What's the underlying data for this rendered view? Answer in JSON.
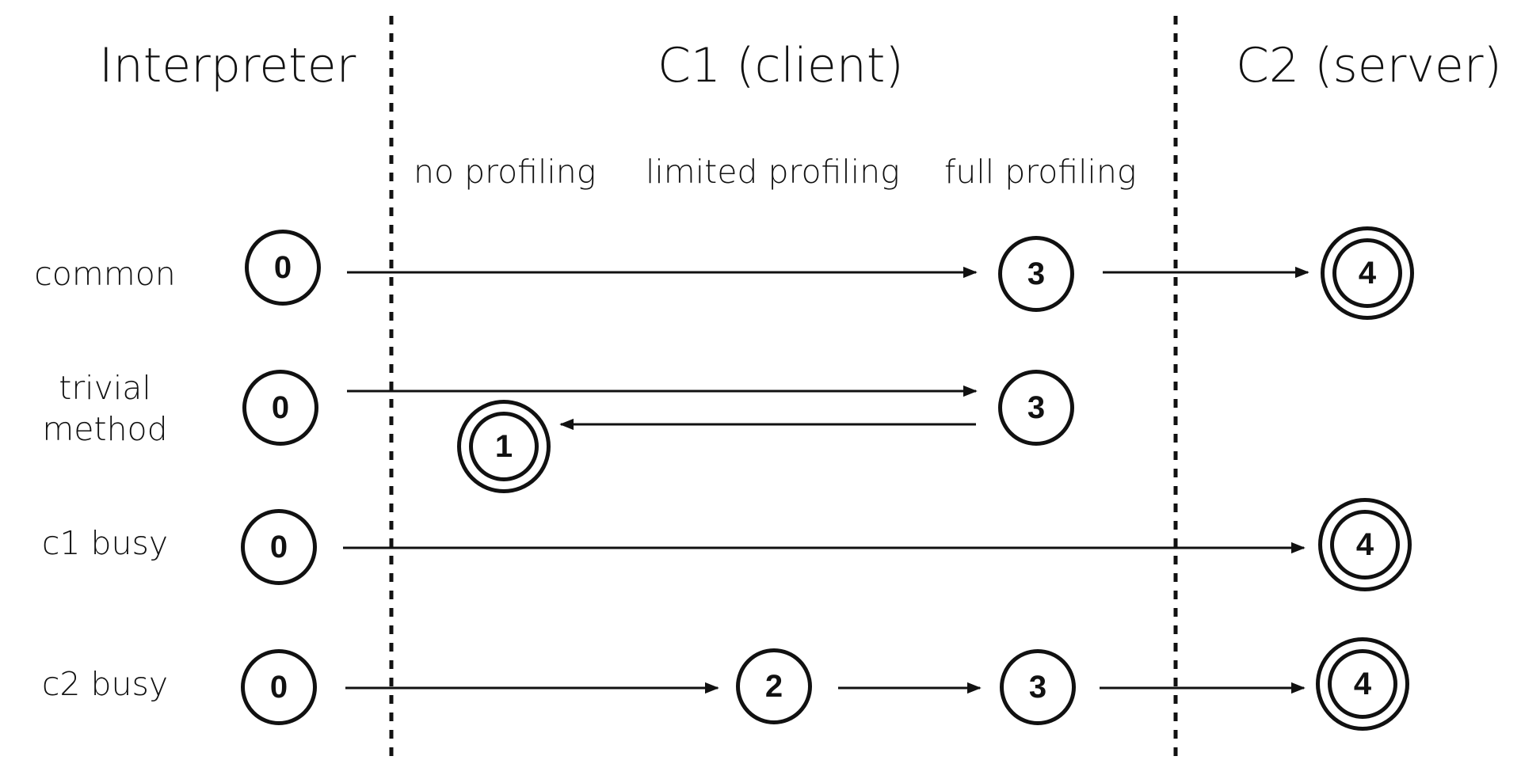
{
  "tiers": {
    "interpreter": "Interpreter",
    "c1": "C1 (client)",
    "c2": "C2 (server)"
  },
  "c1_levels": {
    "no_profiling": "no profiling",
    "limited_profiling": "limited profiling",
    "full_profiling": "full profiling"
  },
  "rows": {
    "common": "common",
    "trivial_line1": "trivial",
    "trivial_line2": "method",
    "c1_busy": "c1 busy",
    "c2_busy": "c2 busy"
  },
  "levels": {
    "common": [
      "0",
      "3",
      "4"
    ],
    "trivial": [
      "0",
      "3",
      "1"
    ],
    "c1_busy": [
      "0",
      "4"
    ],
    "c2_busy": [
      "0",
      "2",
      "3",
      "4"
    ]
  },
  "colors": {
    "ink": "#111111",
    "background": "#ffffff"
  }
}
